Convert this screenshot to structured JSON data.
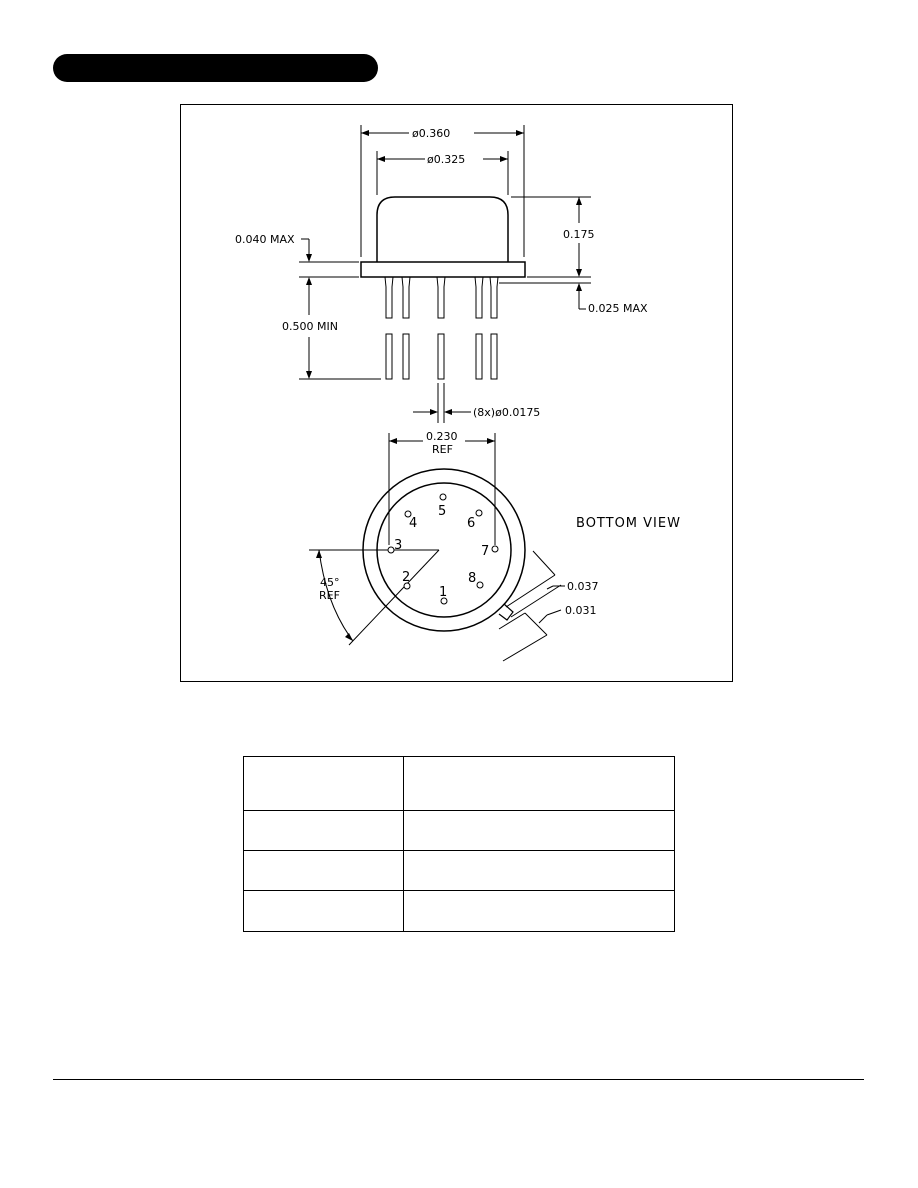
{
  "diagram": {
    "dimensions": {
      "outer_diameter": "ø0.360",
      "inner_diameter": "ø0.325",
      "height": "0.175",
      "flange_thickness": "0.040  MAX",
      "lead_length": "0.500  MIN",
      "lead_offset": "0.025  MAX",
      "lead_diameter": "(8x)ø0.0175",
      "pin_circle": "0.230",
      "pin_circle_ref": "REF",
      "angle": "45°",
      "angle_ref": "REF",
      "tab_width": "0.037",
      "tab_length": "0.031"
    },
    "view_label": "BOTTOM  VIEW",
    "pins": [
      "1",
      "2",
      "3",
      "4",
      "5",
      "6",
      "7",
      "8"
    ]
  },
  "table": {
    "rows": [
      [
        "",
        ""
      ],
      [
        "",
        ""
      ],
      [
        "",
        ""
      ],
      [
        "",
        ""
      ]
    ]
  }
}
